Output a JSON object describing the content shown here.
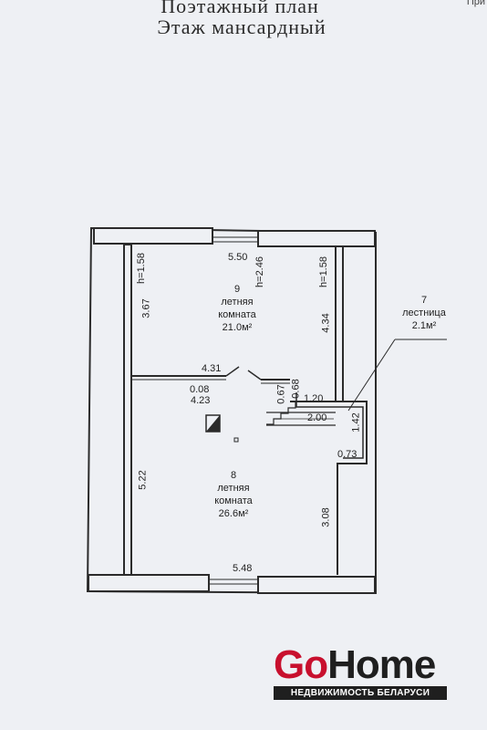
{
  "header": {
    "title_line1": "Поэтажный план",
    "title_line2": "Этаж мансардный",
    "corner_text": "При"
  },
  "plan": {
    "dimensions": {
      "top_width": "5.50",
      "top_height": "h=2.46",
      "left_height": "h=1.58",
      "right_height": "h=1.58",
      "upper_left_depth": "3.67",
      "upper_right_depth": "4.34",
      "partition_left": "4.31",
      "partition_small": "0.08",
      "partition_lower": "4.23",
      "stair_gap1": "0.67",
      "stair_gap2": "0.68",
      "stair_top": "1.20",
      "stair_length": "2.00",
      "stair_side": "1.42",
      "stair_notch": "0.73",
      "lower_left_depth": "5.22",
      "lower_right_depth": "3.08",
      "bottom_width": "5.48"
    },
    "rooms": [
      {
        "number": "9",
        "name": "летняя",
        "name2": "комната",
        "area": "21.0м²"
      },
      {
        "number": "8",
        "name": "летняя",
        "name2": "комната",
        "area": "26.6м²"
      }
    ],
    "stair_room": {
      "number": "7",
      "name": "лестница",
      "area": "2.1м²"
    }
  },
  "logo": {
    "go": "Go",
    "home": "Home",
    "subtitle": "НЕДВИЖИМОСТЬ БЕЛАРУСИ"
  },
  "colors": {
    "line": "#2b2b2b",
    "logo_red": "#c8102e",
    "logo_dark": "#1f1f1f"
  }
}
